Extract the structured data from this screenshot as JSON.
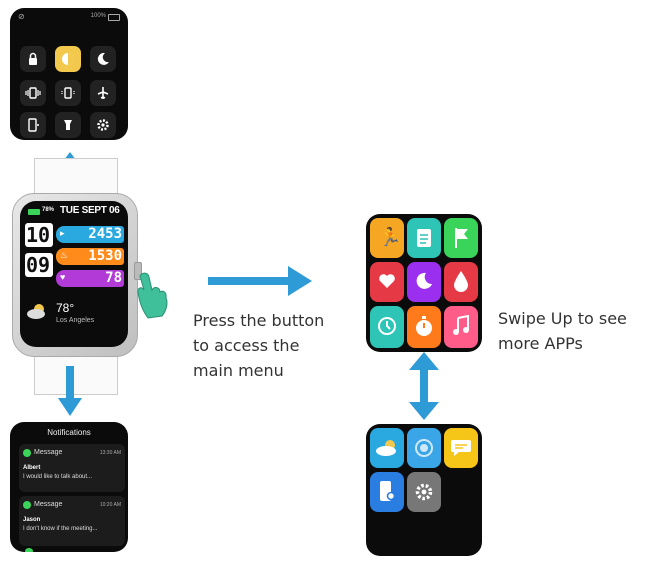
{
  "control_center": {
    "status_left": "⊘",
    "status_right": "100%",
    "toggles": [
      {
        "name": "lock",
        "color": "#222"
      },
      {
        "name": "brightness",
        "color": "#f2c94c"
      },
      {
        "name": "do-not-disturb",
        "color": "#222"
      },
      {
        "name": "vibration",
        "color": "#222"
      },
      {
        "name": "vibration-off",
        "color": "#222"
      },
      {
        "name": "airplane",
        "color": "#222"
      },
      {
        "name": "find-phone",
        "color": "#222"
      },
      {
        "name": "flashlight",
        "color": "#222"
      },
      {
        "name": "settings",
        "color": "#222"
      }
    ]
  },
  "watch_face": {
    "battery": "78%",
    "date": "TUE SEPT 06",
    "hour": "10",
    "minute": "09",
    "steps": "2453",
    "calories": "1530",
    "heart_rate": "78",
    "temperature": "78°",
    "city": "Los Angeles",
    "colors": {
      "steps": "#2aa9e0",
      "calories": "#ff8c1a",
      "heart": "#b23ad6",
      "battery": "#3bd45b"
    }
  },
  "instructions": {
    "press_line1": "Press the button",
    "press_line2": "to access the",
    "press_line3": "main menu",
    "swipe_line1": "Swipe Up to see",
    "swipe_line2": "more APPs"
  },
  "notifications": {
    "title": "Notifications",
    "items": [
      {
        "app": "Message",
        "time": "13:30 AM",
        "sender": "Albert",
        "text": "I would like to talk about..."
      },
      {
        "app": "Message",
        "time": "10:20 AM",
        "sender": "Jason",
        "text": "I don't know if the meeting..."
      }
    ]
  },
  "app_menu_page1": [
    {
      "name": "workout",
      "color": "#f5a623"
    },
    {
      "name": "notes",
      "color": "#2ec4b6"
    },
    {
      "name": "flag",
      "color": "#3bd45b"
    },
    {
      "name": "heart-rate",
      "color": "#e63946"
    },
    {
      "name": "sleep",
      "color": "#9b2ff0"
    },
    {
      "name": "blood-oxygen",
      "color": "#e63946"
    },
    {
      "name": "timer",
      "color": "#2ec4b6"
    },
    {
      "name": "stopwatch",
      "color": "#ff7a1a"
    },
    {
      "name": "music",
      "color": "#ff5c8a"
    }
  ],
  "app_menu_page2": [
    {
      "name": "weather",
      "color": "#2aa9e0"
    },
    {
      "name": "breathe",
      "color": "#3aa6e8"
    },
    {
      "name": "messages",
      "color": "#f5c518"
    },
    {
      "name": "phone-search",
      "color": "#2a7de1"
    },
    {
      "name": "settings",
      "color": "#777777"
    }
  ],
  "arrow_color": "#2e9ad6"
}
